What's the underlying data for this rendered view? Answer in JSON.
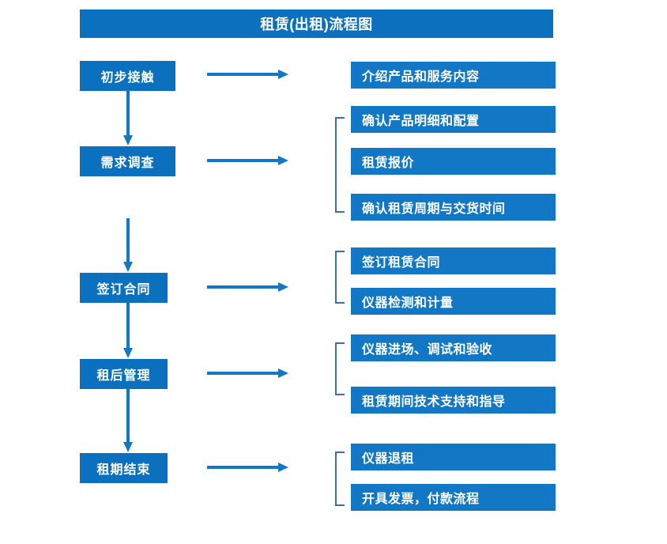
{
  "diagram": {
    "title": "租赁(出租)流程图",
    "colors": {
      "title_bar": "#0B70BE",
      "stage_box": "#0B70BE",
      "detail_box": "#1277C4",
      "arrow": "#1277C4",
      "bracket": "#3C6FA8",
      "text": "#FFFFFF",
      "background": "#FFFFFF"
    },
    "stages": [
      {
        "label": "初步接触"
      },
      {
        "label": "需求调查"
      },
      {
        "label": "签订合同"
      },
      {
        "label": "租后管理"
      },
      {
        "label": "租期结束"
      }
    ],
    "details": [
      {
        "label": "介绍产品和服务内容"
      },
      {
        "label": "确认产品明细和配置"
      },
      {
        "label": "租赁报价"
      },
      {
        "label": "确认租赁周期与交货时间"
      },
      {
        "label": "签订租赁合同"
      },
      {
        "label": "仪器检测和计量"
      },
      {
        "label": "仪器进场、调试和验收"
      },
      {
        "label": "租赁期间技术支持和指导"
      },
      {
        "label": "仪器退租"
      },
      {
        "label": "开具发票，付款流程"
      }
    ],
    "arrow_icons": {
      "horizontal": "arrow-right-icon",
      "vertical": "arrow-down-icon"
    }
  }
}
